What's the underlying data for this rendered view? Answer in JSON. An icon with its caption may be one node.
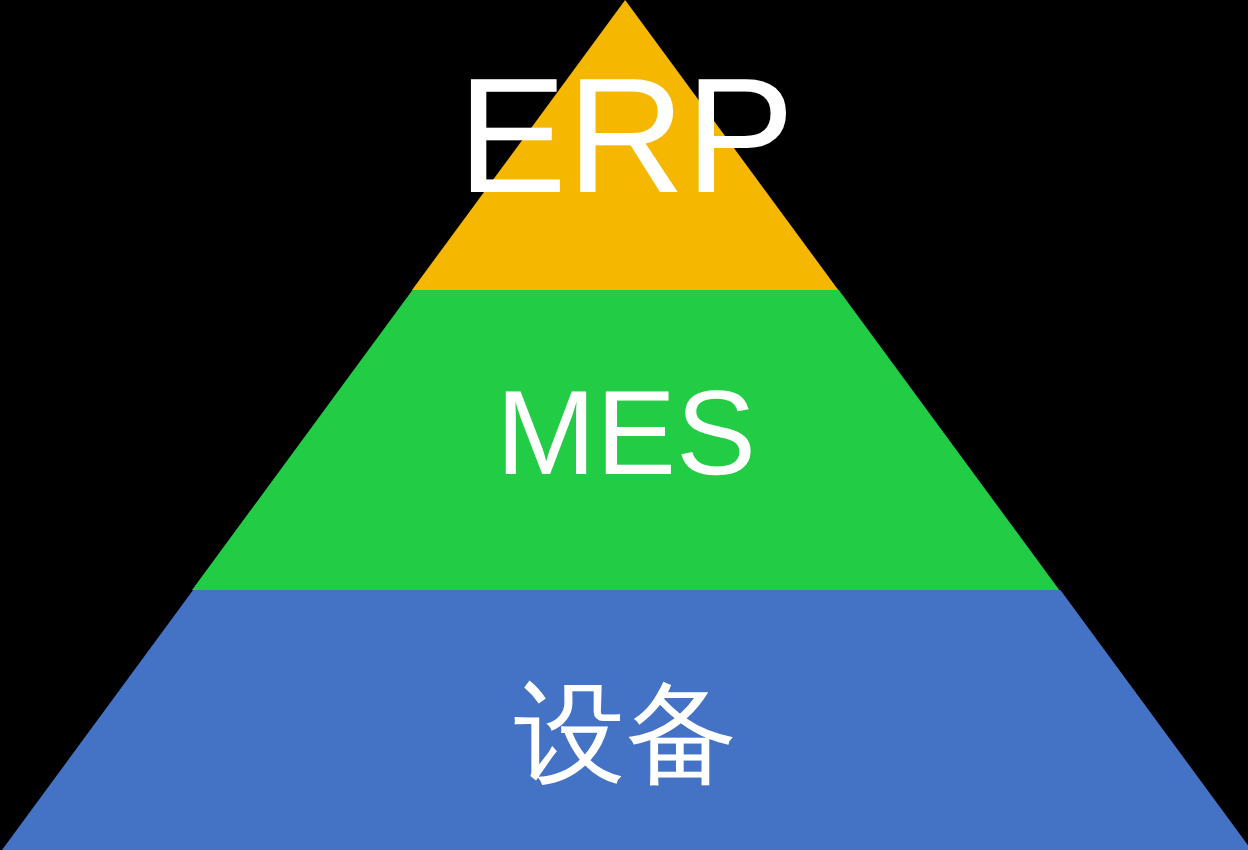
{
  "diagram": {
    "nodes": [
      {
        "text": [
          "ERP"
        ]
      },
      {
        "text": [
          "MES"
        ]
      },
      {
        "text": [
          "设备"
        ]
      }
    ]
  }
}
